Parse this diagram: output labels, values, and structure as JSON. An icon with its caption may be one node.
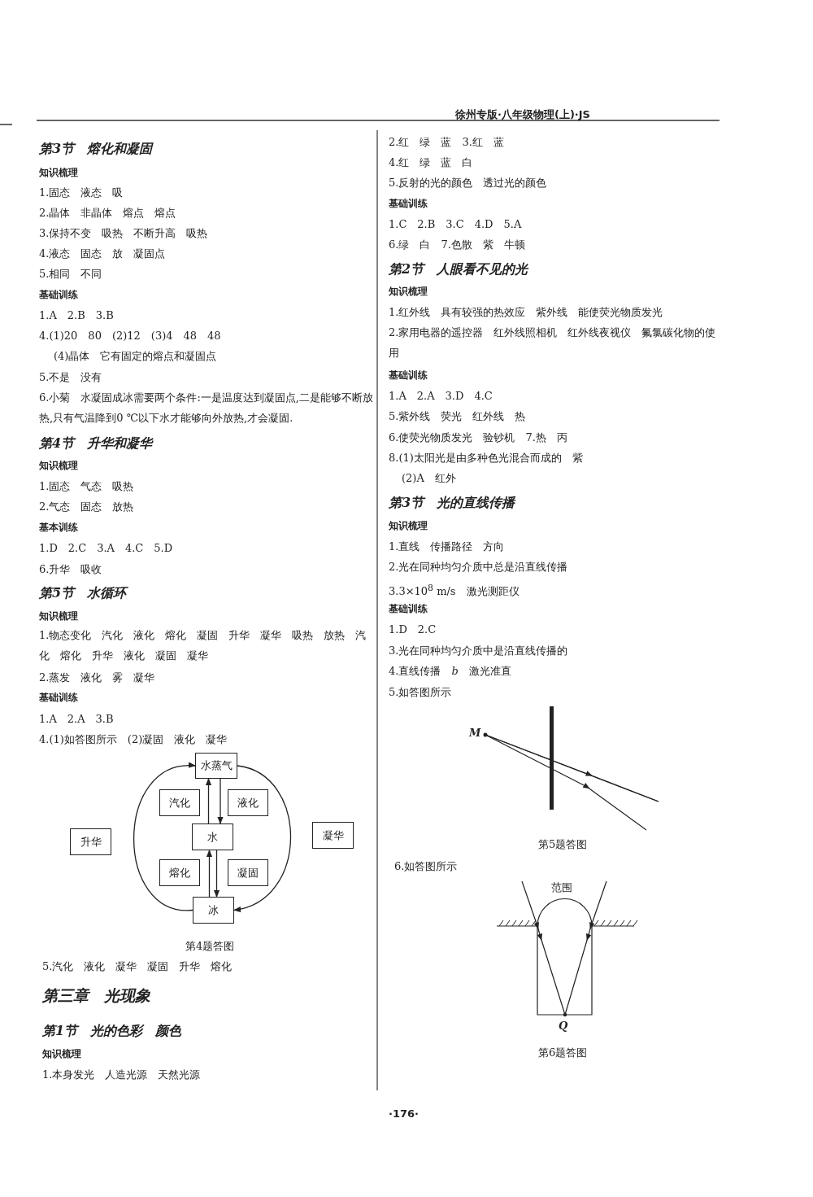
{
  "diagram": {
    "nodes": [
      {
        "text": [
          "水蒸气"
        ]
      },
      {
        "text": [
          "汽化"
        ]
      },
      {
        "text": [
          "液化"
        ]
      },
      {
        "text": [
          "水"
        ]
      },
      {
        "text": [
          "熔化"
        ]
      },
      {
        "text": [
          "凝固"
        ]
      },
      {
        "text": [
          "冰"
        ]
      },
      {
        "text": [
          "升华"
        ]
      },
      {
        "text": [
          "凝华"
        ]
      }
    ],
    "edges": [
      {
        "from": 3,
        "to": 0,
        "arrow": "to"
      },
      {
        "from": 0,
        "to": 3,
        "arrow": "to"
      },
      {
        "from": 6,
        "to": 3,
        "arrow": "to"
      },
      {
        "from": 3,
        "to": 6,
        "arrow": "to"
      },
      {
        "from": 6,
        "to": 0,
        "arrow": "to"
      },
      {
        "from": 0,
        "to": 6,
        "arrow": "to"
      }
    ],
    "labels": [
      "徐州专版·八年级物理(上)·JS",
      "第3节　熔化和凝固",
      "知识梳理",
      "1.固态　液态　吸",
      "2.晶体　非晶体　熔点　熔点",
      "3.保持不变　吸热　不断升高　吸热",
      "4.液态　固态　放　凝固点",
      "5.相同　不同",
      "基础训练",
      "1.A　2.B　3.B",
      "4.(1)20　80　(2)12　(3)4　48　48",
      "(4)晶体　它有固定的熔点和凝固点",
      "5.不是　没有",
      "6.小菊　水凝固成冰需要两个条件:一是温度达到凝固点,二是能够不断放热,只有气温降到0 ℃以下水才能够向外放热,才会凝固.",
      "第4节　升华和凝华",
      "知识梳理",
      "1.固态　气态　吸热",
      "2.气态　固态　放热",
      "基本训练",
      "1.D　2.C　3.A　4.C　5.D",
      "6.升华　吸收",
      "第5节　水循环",
      "知识梳理",
      "1.物态变化　汽化　液化　熔化　凝固　升华　凝华　吸热　放热　汽化　熔化　升华　液化　凝固　凝华",
      "2.蒸发　液化　雾　凝华",
      "基础训练",
      "1.A　2.A　3.B",
      "4.(1)如答图所示　(2)凝固　液化　凝华",
      "第4题答图",
      "5.汽化　液化　凝华　凝固　升华　熔化",
      "第三章　光现象",
      "第1节　光的色彩　颜色",
      "知识梳理",
      "1.本身发光　人造光源　天然光源",
      "2.红　绿　蓝　3.红　蓝",
      "4.红　绿　蓝　白",
      "5.反射的光的颜色　透过光的颜色",
      "基础训练",
      "1.C　2.B　3.C　4.D　5.A",
      "6.绿　白　7.色散　紫　牛顿",
      "第2节　人眼看不见的光",
      "知识梳理",
      "1.红外线　具有较强的热效应　紫外线　能使荧光物质发光",
      "2.家用电器的遥控器　红外线照相机　红外线夜视仪　氟氯碳化物的使用",
      "基础训练",
      "1.A　2.A　3.D　4.C",
      "5.紫外线　荧光　红外线　热",
      "6.使荧光物质发光　验钞机　7.热　丙",
      "8.(1)太阳光是由多种色光混合而成的　紫",
      "(2)A　红外",
      "第3节　光的直线传播",
      "知识梳理",
      "1.直线　传播路径　方向",
      "2.光在同种均匀介质中总是沿直线传播",
      "3.3×10$^{8}$ m/s　激光测距仪",
      "基础训练",
      "1.D　2.C",
      "3.光在同种均匀介质中是沿直线传播的",
      "4.直线传播　*b*　激光准直",
      "5.如答图所示",
      "M",
      "第5题答图",
      "6.如答图所示",
      "范围",
      "Q",
      "第6题答图",
      "·176·"
    ]
  }
}
